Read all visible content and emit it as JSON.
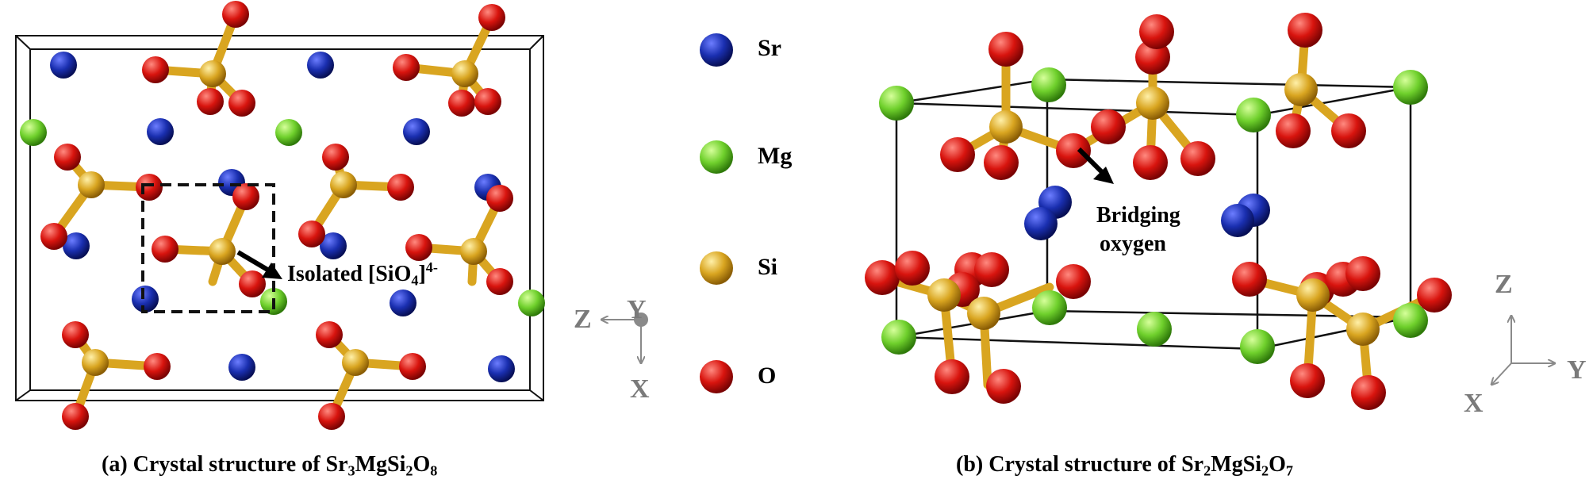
{
  "panel_a": {
    "caption_prefix": "(a) Crystal structure of Sr",
    "caption_sub1": "3",
    "caption_mid1": "MgSi",
    "caption_sub2": "2",
    "caption_mid2": "O",
    "caption_sub3": "8",
    "annotation_prefix": "Isolated [SiO",
    "annotation_sub": "4",
    "annotation_suffix": "]",
    "annotation_sup": "4-",
    "axes": {
      "z": "Z",
      "y": "Y",
      "x": "X"
    }
  },
  "panel_b": {
    "caption_prefix": "(b) Crystal structure of Sr",
    "caption_sub1": "2",
    "caption_mid1": "MgSi",
    "caption_sub2": "2",
    "caption_mid2": "O",
    "caption_sub3": "7",
    "annotation_line1": "Bridging",
    "annotation_line2": "oxygen",
    "axes": {
      "z": "Z",
      "y": "Y",
      "x": "X"
    }
  },
  "legend": [
    {
      "label": "Sr",
      "color": "#1a2fb0"
    },
    {
      "label": "Mg",
      "color": "#6fd02c"
    },
    {
      "label": "Si",
      "color": "#d9a520"
    },
    {
      "label": "O",
      "color": "#d8140e"
    }
  ],
  "colors": {
    "sr": "#1a2fb0",
    "mg": "#6fd02c",
    "si": "#d9a520",
    "o": "#d8140e",
    "cell_line": "#000000",
    "axis": "#8a8a8a"
  }
}
